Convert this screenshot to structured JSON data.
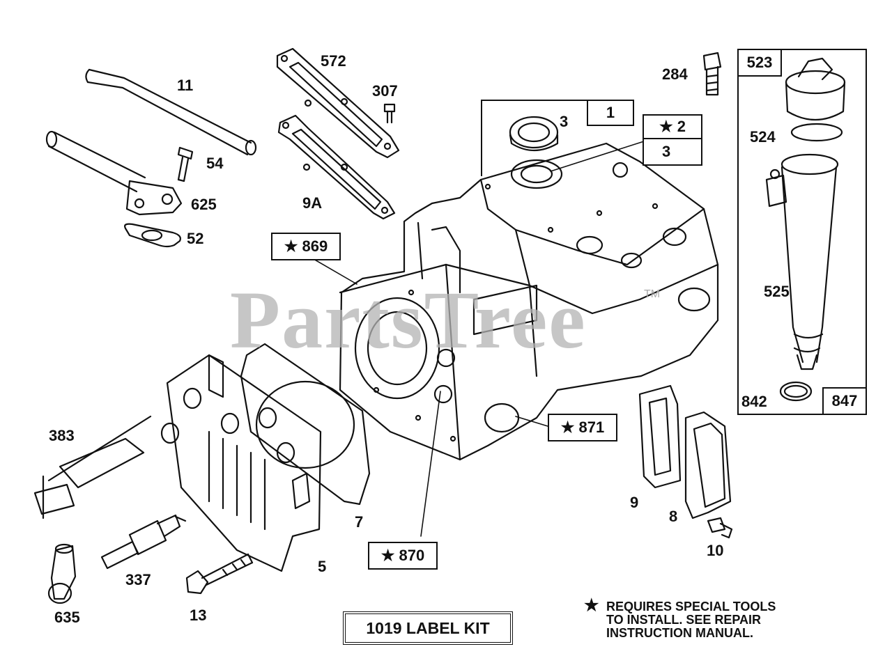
{
  "watermark": {
    "text": "PartsTree",
    "tm": "TM"
  },
  "callouts": {
    "c11": "11",
    "c54": "54",
    "c625": "625",
    "c52": "52",
    "c572": "572",
    "c307": "307",
    "c9A": "9A",
    "c284": "284",
    "c523": "523",
    "c524": "524",
    "c525": "525",
    "c842": "842",
    "c847": "847",
    "c1": "1",
    "c3a": "3",
    "c2": "2",
    "c3b": "3",
    "c869": "869",
    "c871": "871",
    "c870": "870",
    "c383": "383",
    "c7": "7",
    "c5": "5",
    "c337": "337",
    "c13": "13",
    "c635": "635",
    "c9": "9",
    "c8": "8",
    "c10": "10"
  },
  "star_symbol": "★",
  "label_kit": "1019 LABEL KIT",
  "note": {
    "lines": [
      "REQUIRES SPECIAL TOOLS",
      "TO INSTALL.  SEE REPAIR",
      "INSTRUCTION MANUAL."
    ]
  },
  "colors": {
    "ink": "#111111",
    "watermark": "#b3b3b3",
    "background": "#ffffff"
  }
}
